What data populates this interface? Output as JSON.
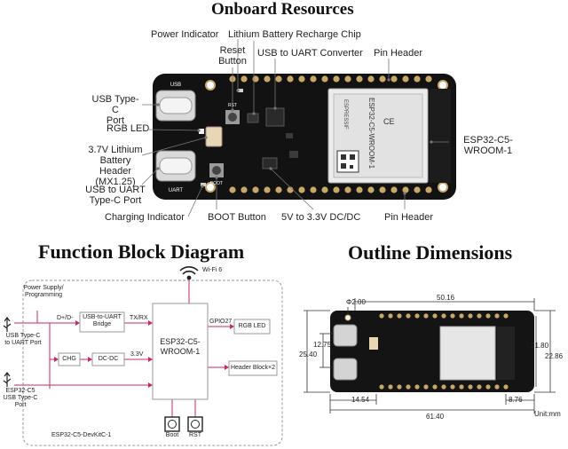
{
  "sections": {
    "onboard_title": "Onboard Resources",
    "block_title": "Function Block Diagram",
    "outline_title": "Outline Dimensions"
  },
  "onboard": {
    "callouts": {
      "power_indicator": "Power Indicator",
      "lithium_recharge_chip": "Lithium Battery Recharge Chip",
      "reset_button": "Reset\nButton",
      "usb_uart_converter": "USB to UART Converter",
      "pin_header_top": "Pin Header",
      "usb_typec_port": "USB Type-C\nPort",
      "rgb_led": "RGB LED",
      "lithium_header": "3.7V Lithium\nBattery Header\n(MX1.25)",
      "usb_uart_typec_port": "USB to UART\nType-C Port",
      "charging_indicator": "Charging Indicator",
      "boot_button": "BOOT Button",
      "dcdc": "5V to 3.3V DC/DC",
      "pin_header_bottom": "Pin Header",
      "module": "ESP32-C5-\nWROOM-1"
    },
    "silk": {
      "usb": "USB",
      "uart": "UART",
      "rst": "RST",
      "boot": "BOOT"
    },
    "module_text": {
      "brand": "ESPRESSIF",
      "model": "ESP32-C5-WROOM-1",
      "mark": "CE"
    }
  },
  "block": {
    "wifi": "Wi-Fi 6",
    "power_supply": "Power Supply/\nProgramming",
    "port1": "USB Type-C\nto UART Port",
    "port2": "ESP32-C5\nUSB Type-C\nPort",
    "dpdm": "D+/D-",
    "bridge": "USB-to-UART\nBridge",
    "txrx": "TX/RX",
    "chg": "CHG",
    "dcdc": "DC-DC",
    "v33": "3.3V",
    "mcu": "ESP32-C5-\nWROOM-1",
    "gpio": "GPIO27",
    "rgb": "RGB LED",
    "header": "Header Block×2",
    "boot": "Boot",
    "rst": "RST",
    "board": "ESP32-C5-DevKitC-1"
  },
  "outline": {
    "hole": "Φ2.00",
    "width": "50.16",
    "total": "61.40",
    "left": "14.54",
    "right": "8.76",
    "h1": "12.75",
    "h2": "25.40",
    "h3": "21.80",
    "h4": "22.86",
    "unit": "Unit:mm"
  },
  "colors": {
    "board": "#111111",
    "pin": "#c8a868",
    "module": "#ececec",
    "line": "#cc2a5c"
  }
}
